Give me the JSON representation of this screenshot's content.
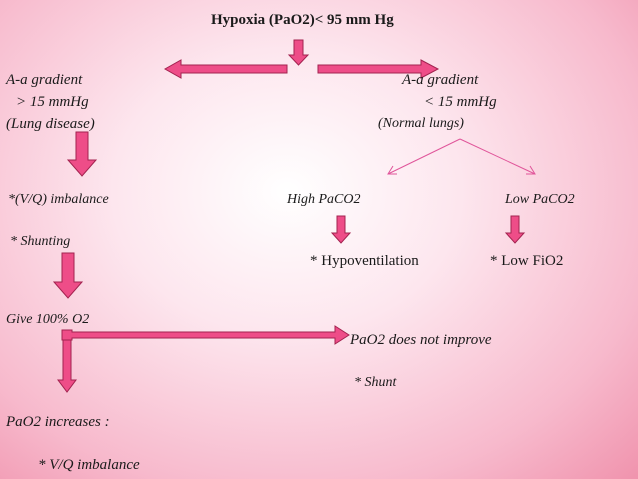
{
  "title": "Hypoxia (PaO2)< 95 mm Hg",
  "left_branch": {
    "line1": "A-a gradient",
    "line2": "> 15 mmHg",
    "line3": "(Lung disease)",
    "cause1": "*(V/Q) imbalance",
    "cause2": "* Shunting",
    "action": "Give 100% O2",
    "result_no": "PaO2 does not improve",
    "result_no_dx": "* Shunt",
    "result_yes": "PaO2 increases :",
    "result_yes_dx": "* V/Q imbalance"
  },
  "right_branch": {
    "line1": "A-a gradient",
    "line2": "< 15 mmHg",
    "line3": "(Normal lungs)",
    "high": "High PaCO2",
    "low": "Low PaCO2",
    "high_dx": "* Hypoventilation",
    "low_dx": "* Low FiO2"
  },
  "colors": {
    "arrow_fill": "#ee4d88",
    "arrow_stroke": "#a3224f",
    "thin_arrow": "#e0559a"
  }
}
